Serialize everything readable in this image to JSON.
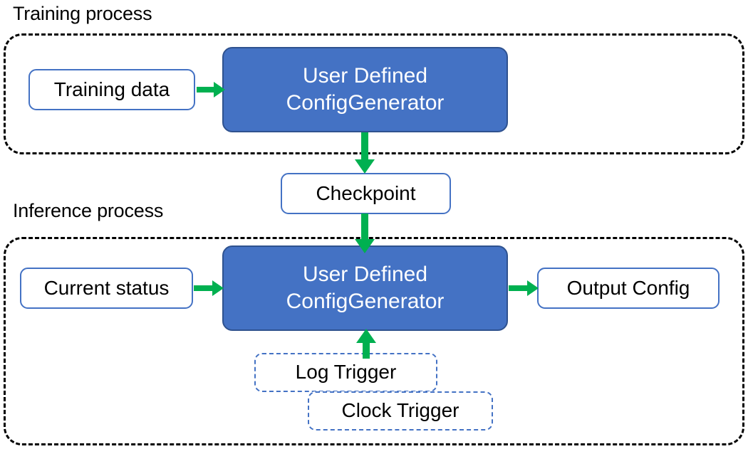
{
  "diagram": {
    "title_hidden": "",
    "colors": {
      "process_fill": "#4472C4",
      "process_border": "#2F528F",
      "node_border": "#4472C4",
      "trigger_border": "#4472C4",
      "arrow": "#00B050",
      "container_border": "#000000",
      "background": "#FFFFFF",
      "process_text": "#FFFFFF",
      "node_text": "#000000"
    },
    "sections": [
      {
        "id": "training",
        "label": "Training process"
      },
      {
        "id": "inference",
        "label": "Inference process"
      }
    ],
    "nodes": {
      "training_data": "Training data",
      "training_generator_line1": "User Defined",
      "training_generator_line2": "ConfigGenerator",
      "checkpoint": "Checkpoint",
      "current_status": "Current status",
      "inference_generator_line1": "User Defined",
      "inference_generator_line2": "ConfigGenerator",
      "output_config": "Output Config",
      "log_trigger": "Log Trigger",
      "clock_trigger": "Clock Trigger"
    },
    "arrows": [
      {
        "id": "training-data-to-generator",
        "direction": "right"
      },
      {
        "id": "training-generator-to-checkpoint",
        "direction": "down"
      },
      {
        "id": "checkpoint-to-inference-generator",
        "direction": "down"
      },
      {
        "id": "current-status-to-inference-generator",
        "direction": "right"
      },
      {
        "id": "inference-generator-to-output-config",
        "direction": "right"
      },
      {
        "id": "triggers-to-inference-generator",
        "direction": "up"
      }
    ]
  }
}
